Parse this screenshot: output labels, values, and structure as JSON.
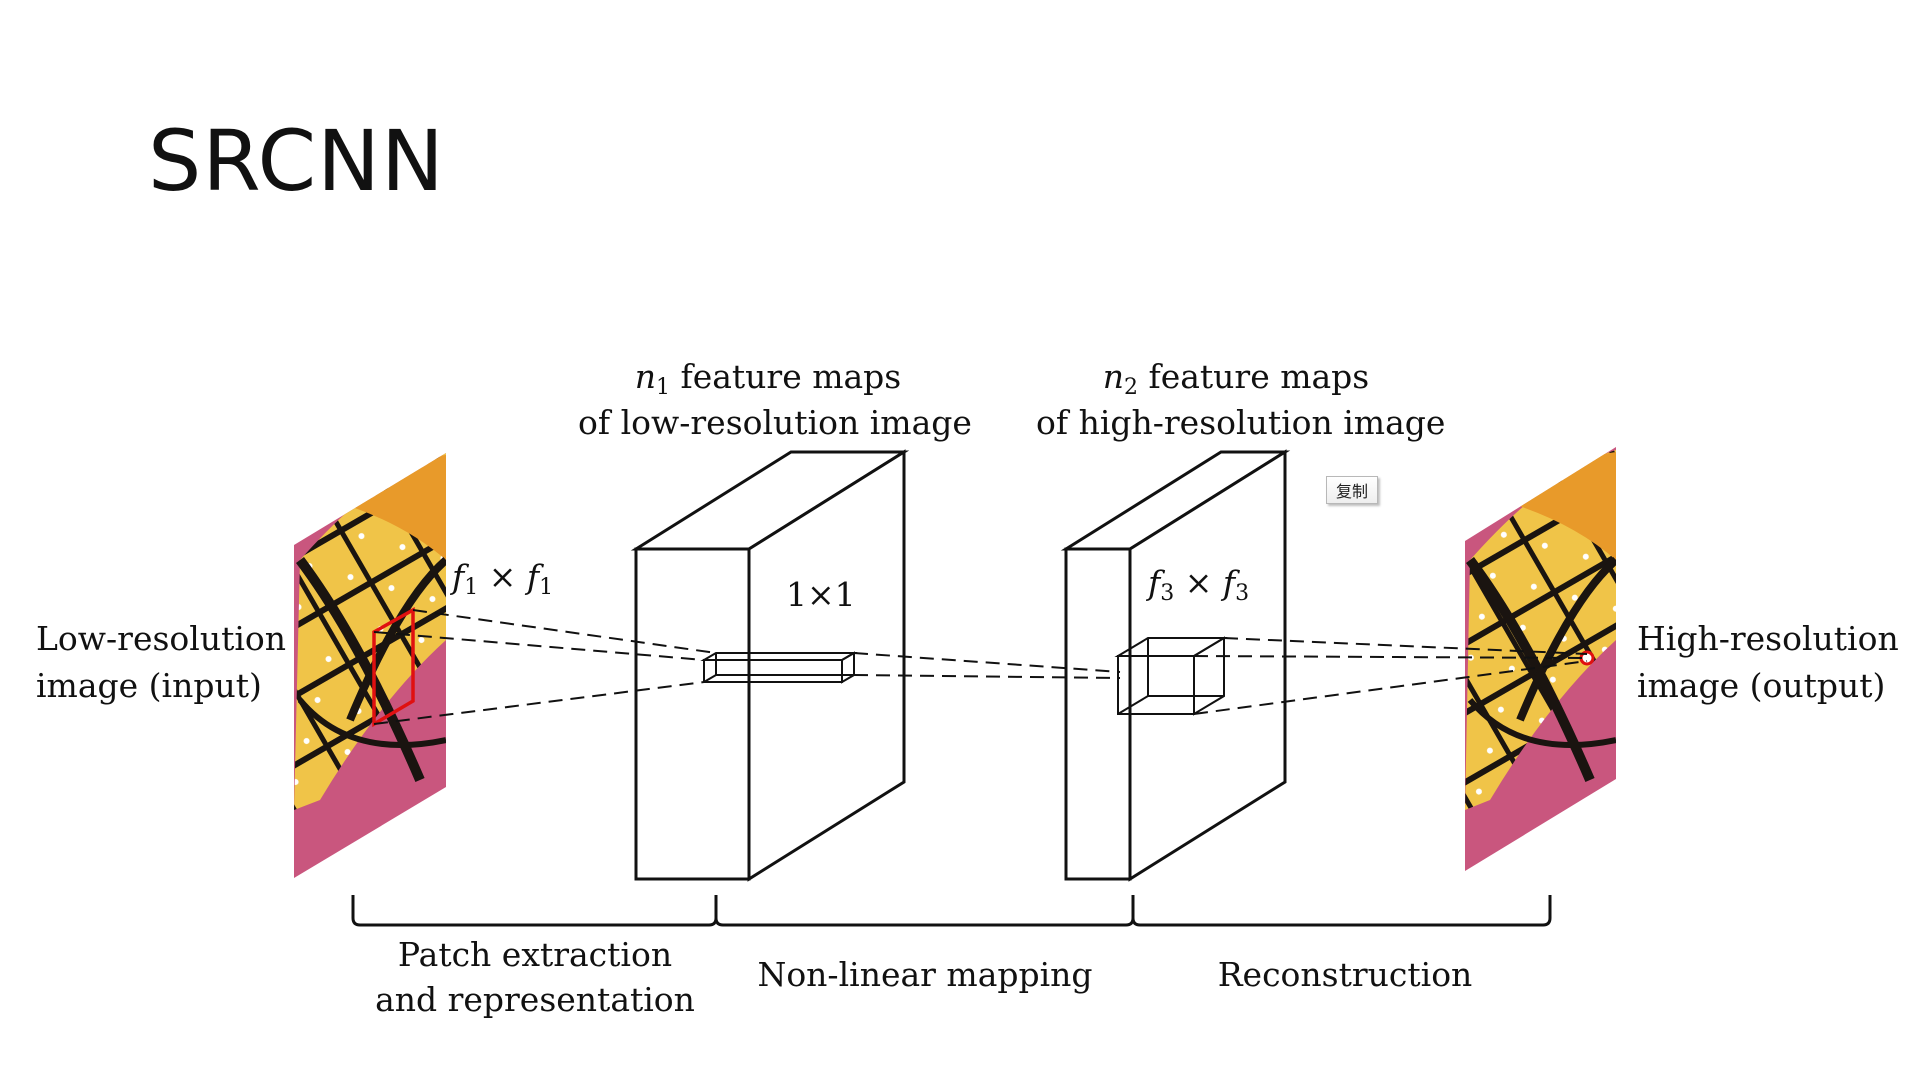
{
  "slide": {
    "title": "SRCNN"
  },
  "labels": {
    "input_line1": "Low-resolution",
    "input_line2": "image (input)",
    "output_line1": "High-resolution",
    "output_line2": "image (output)",
    "n1_symbol": "n",
    "n1_sub": "1",
    "n1_rest": " feature maps",
    "n1_line2": "of low-resolution image",
    "n2_symbol": "n",
    "n2_sub": "2",
    "n2_rest": " feature maps",
    "n2_line2": "of high-resolution image",
    "f1_a": "f",
    "f1_a_sub": "1",
    "f1_times": " × ",
    "f1_b": "f",
    "f1_b_sub": "1",
    "one_by_one": "1×1",
    "f3_a": "f",
    "f3_a_sub": "3",
    "f3_times": " × ",
    "f3_b": "f",
    "f3_b_sub": "3"
  },
  "stages": {
    "patch_line1": "Patch extraction",
    "patch_line2": "and representation",
    "nonlinear": "Non-linear mapping",
    "reconstruction": "Reconstruction"
  },
  "copy_button": {
    "label": "复制"
  },
  "colors": {
    "patch_outline": "#e01010",
    "wing_orange": "#e89a2a",
    "wing_yellow": "#f0c448",
    "wing_black": "#1a1410",
    "flower_pink": "#c9567e"
  }
}
